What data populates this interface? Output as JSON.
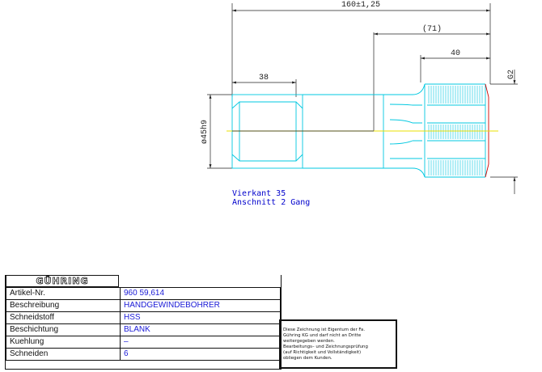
{
  "drawing": {
    "dimensions": {
      "overall_length": "160±1,25",
      "thread_length": "(71)",
      "cutting_length": "40",
      "square_length": "38",
      "shank_diameter": "ø45h9",
      "thread_spec": "G2"
    },
    "notes": {
      "line1": "Vierkant 35",
      "line2": "Anschnitt 2 Gang"
    },
    "colors": {
      "outline": "#00c8e0",
      "centerline": "#e8e000",
      "dimension": "#222222",
      "note": "#0000cc",
      "accent": "#cc0000"
    }
  },
  "titleblock": {
    "logo": "GÜHRING",
    "rows": [
      {
        "label": "Artikel-Nr.",
        "value": "960 59,614"
      },
      {
        "label": "Beschreibung",
        "value": "HANDGEWINDEBOHRER"
      },
      {
        "label": "Schneidstoff",
        "value": "HSS"
      },
      {
        "label": "Beschichtung",
        "value": "BLANK"
      },
      {
        "label": "Kuehlung",
        "value": "–"
      },
      {
        "label": "Schneiden",
        "value": "6"
      }
    ]
  },
  "disclaimer": {
    "lines": [
      "Diese Zeichnung ist Eigentum der Fa.",
      "Gühring KG und darf nicht an Dritte",
      "weitergegeben werden.",
      "Bearbeitungs– und Zeichnungsprüfung",
      "(auf Richtigkeit und Vollständigkeit)",
      "obliegen dem Kunden."
    ]
  }
}
